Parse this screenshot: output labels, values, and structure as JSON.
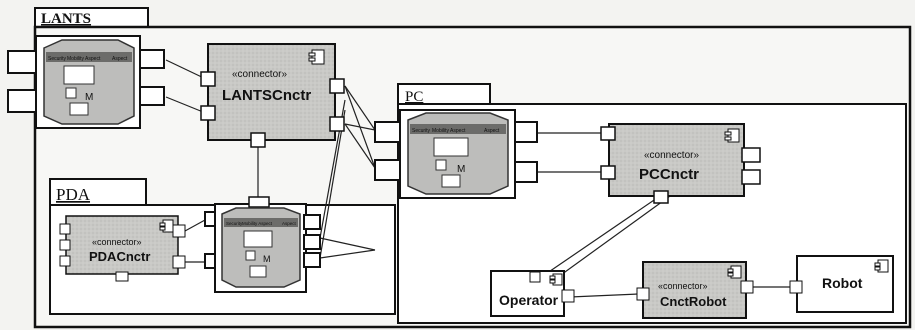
{
  "packages": {
    "lants": {
      "label": "LANTS"
    },
    "pc": {
      "label": "PC"
    },
    "pda": {
      "label": "PDA"
    }
  },
  "components": {
    "lants_connector": {
      "stereotype": "«connector»",
      "name": "LANTSCnctr"
    },
    "pc_connector": {
      "stereotype": "«connector»",
      "name": "PCCnctr"
    },
    "pda_connector": {
      "stereotype": "«connector»",
      "name": "PDACnctr"
    },
    "robot_connector": {
      "stereotype": "«connector»",
      "name": "CnctRobot"
    },
    "operator": {
      "name": "Operator"
    },
    "robot": {
      "name": "Robot"
    }
  },
  "aspect_panel": {
    "security": "Security",
    "mobility": "Mobility Aspect",
    "aspect": "Aspect",
    "m_label": "M"
  }
}
